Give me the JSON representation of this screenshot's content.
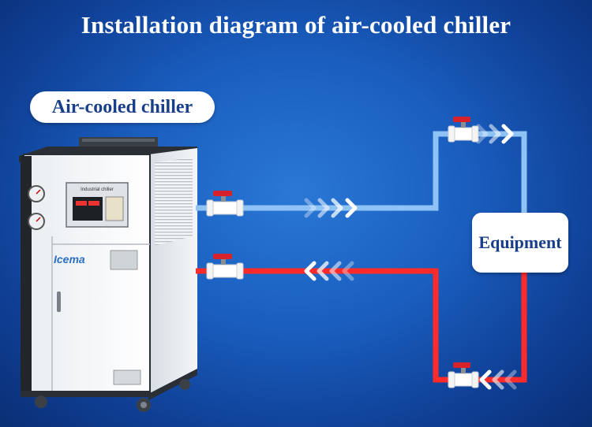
{
  "title": "Installation diagram of air-cooled chiller",
  "chiller_label": "Air-cooled chiller",
  "equipment_label": "Equipment",
  "chiller_unit": {
    "brand_text": "Icema",
    "panel_text": "Industrial chiller"
  },
  "pipes": {
    "supply": {
      "color": "#8fc2f5",
      "direction": "to-equipment"
    },
    "return": {
      "color": "#ff2a2a",
      "direction": "to-chiller"
    }
  },
  "colors": {
    "background": "#1a5fc0",
    "label_text": "#1a3f8a",
    "valve_red": "#d8222a"
  }
}
